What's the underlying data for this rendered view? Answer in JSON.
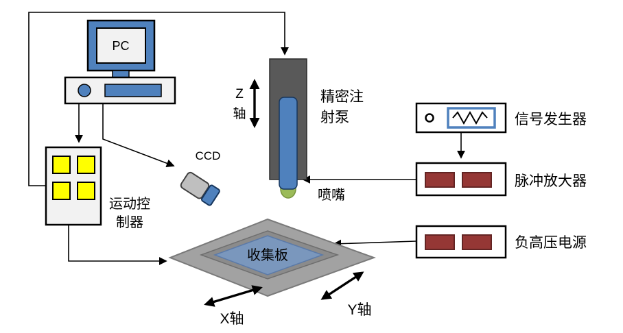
{
  "labels": {
    "pc": "PC",
    "ccd": "CCD",
    "z_axis": {
      "line1": "Z",
      "line2": "轴"
    },
    "pump": {
      "line1": "精密注",
      "line2": "射泵"
    },
    "nozzle": "喷嘴",
    "signal_generator": "信号发生器",
    "pulse_amplifier": "脉冲放大器",
    "hv_power": "负高压电源",
    "collector_plate": "收集板",
    "motion_controller": {
      "line1": "运动控",
      "line2": "制器"
    },
    "x_axis": "X轴",
    "y_axis": "Y轴"
  },
  "colors": {
    "accent_blue": "#4f81bd",
    "screen_gray": "#f2f2f2",
    "pump_gray": "#595959",
    "button_yellow": "#ffff00",
    "module_red": "#953735",
    "nozzle_green": "#9bbb59",
    "camera_gray": "#bfbfbf",
    "platform_outer": "#a2a2a2",
    "platform_mid": "#8b8b8b",
    "platform_plate": "#7a97bd",
    "line_black": "#000000"
  }
}
